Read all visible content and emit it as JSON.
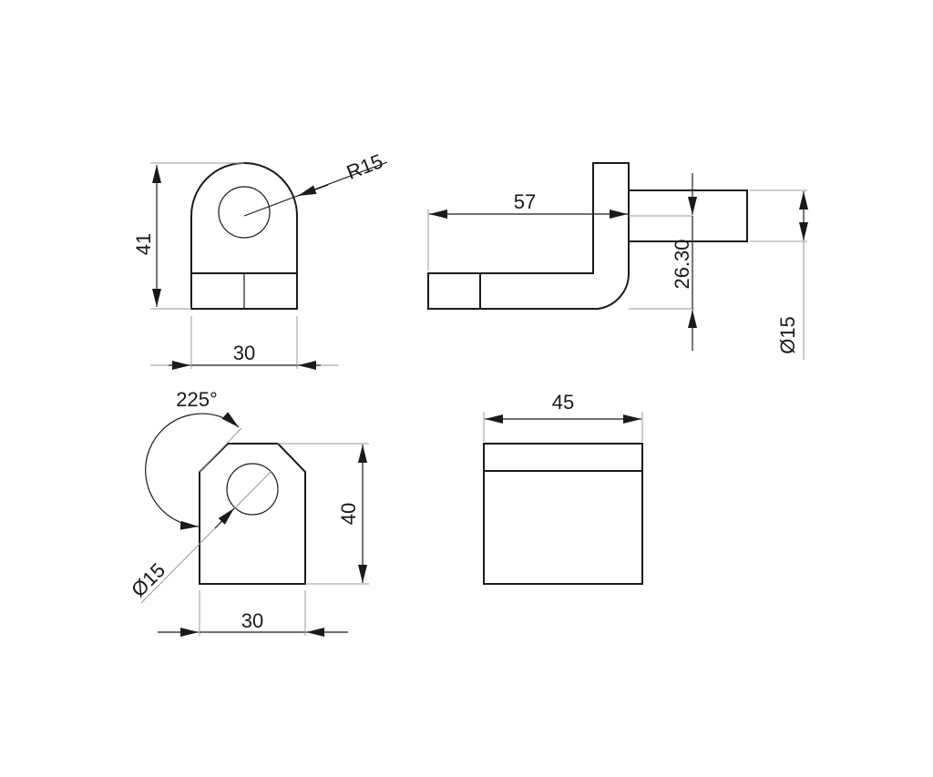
{
  "drawing": {
    "front_view": {
      "height_label": "41",
      "radius_label": "R15",
      "width_label": "30"
    },
    "side_view": {
      "length_label": "57",
      "offset_label": "26.30",
      "pin_diameter_label": "Ø15"
    },
    "top_view": {
      "angle_label": "225°",
      "hole_diameter_label": "Ø15",
      "height_label": "40",
      "width_label": "30"
    },
    "end_view": {
      "width_label": "45"
    },
    "line_color": "#1a1a1a"
  }
}
